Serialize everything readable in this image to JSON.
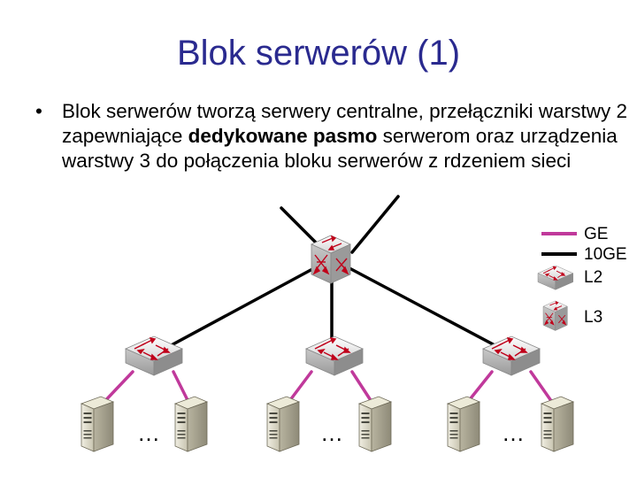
{
  "slide": {
    "title": "Blok serwerów (1)",
    "bullet_marker": "•",
    "bullet": {
      "part1": "Blok serwerów tworzą serwery centralne, przełączniki warstwy 2 zapewniające ",
      "bold": "dedykowane pasmo",
      "part2": " serwerom oraz urządzenia warstwy 3 do połączenia bloku serwerów z rdzeniem sieci"
    }
  },
  "legend": {
    "items": [
      {
        "label": "GE",
        "color": "#c0399b"
      },
      {
        "label": "10GE",
        "color": "#000000"
      },
      {
        "label": "L2",
        "icon": "l2-switch-icon"
      },
      {
        "label": "L3",
        "icon": "l3-switch-icon"
      }
    ]
  },
  "diagram": {
    "ellipsis": "…",
    "link_colors": {
      "ge": "#c0399b",
      "tenge": "#000000"
    }
  }
}
